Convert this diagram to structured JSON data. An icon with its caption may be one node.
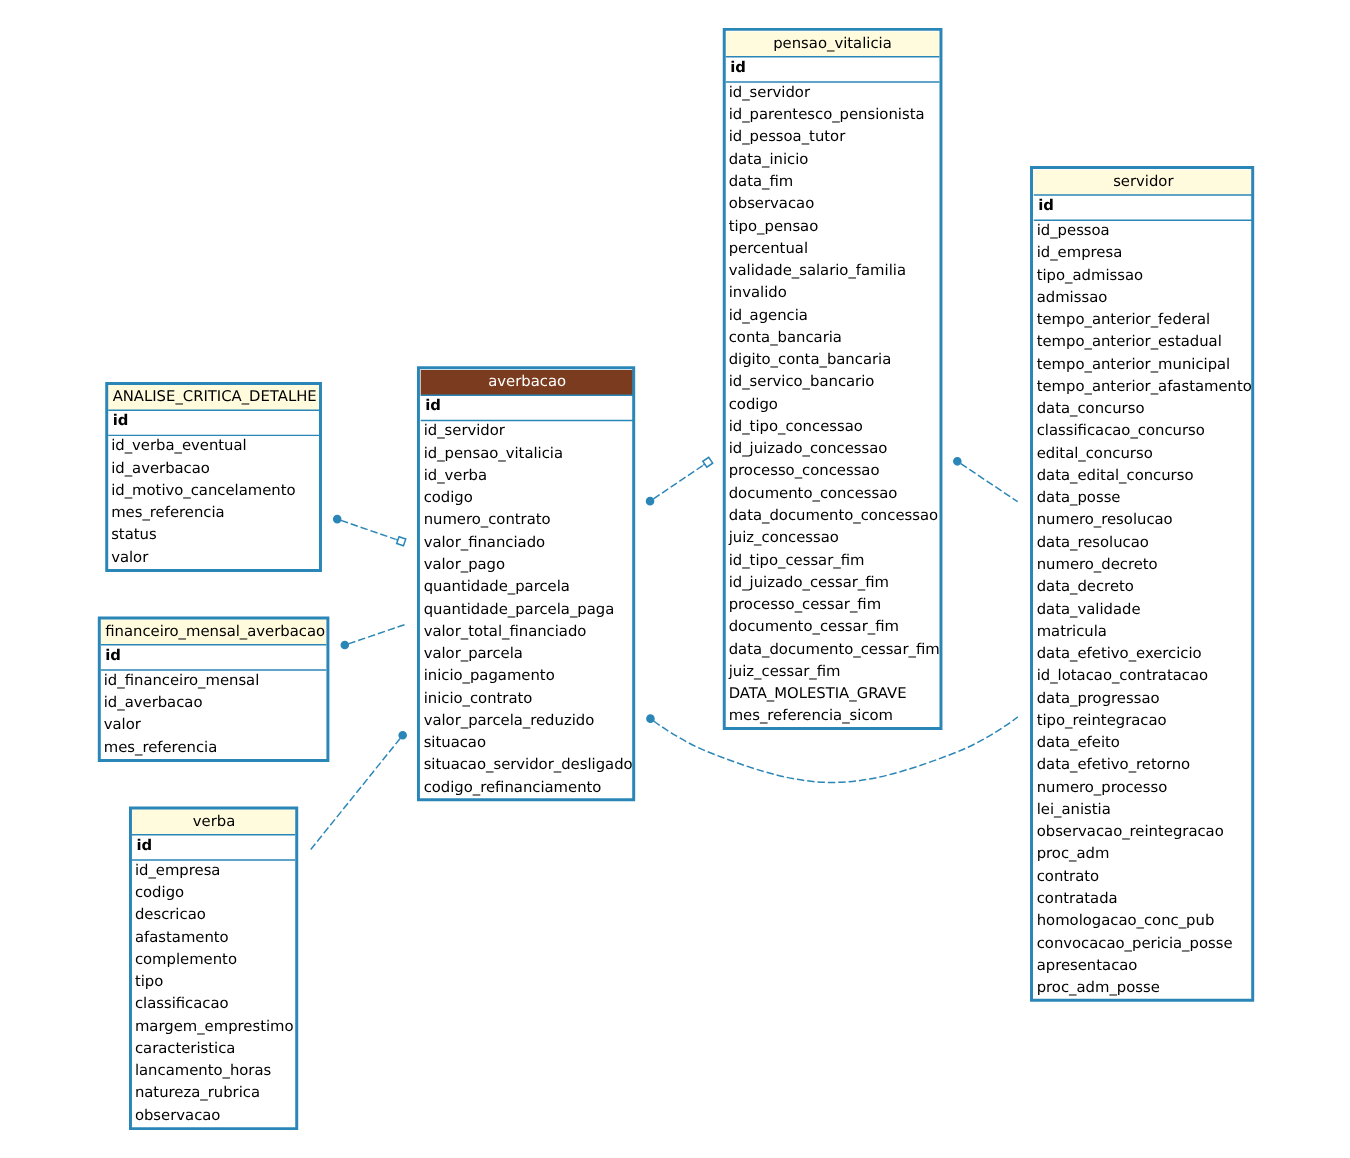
{
  "diagram": {
    "nodes": [
      {
        "text": [
          "ANALISE_CRITICA_DETALHE",
          "id",
          "id_verba_eventual",
          "id_averbacao",
          "id_motivo_cancelamento",
          "mes_referencia",
          "status",
          "valor"
        ]
      },
      {
        "text": [
          "averbacao",
          "id",
          "id_servidor",
          "id_pensao_vitalicia",
          "id_verba",
          "codigo",
          "numero_contrato",
          "valor_financiado",
          "valor_pago",
          "quantidade_parcela",
          "quantidade_parcela_paga",
          "valor_total_financiado",
          "valor_parcela",
          "inicio_pagamento",
          "inicio_contrato",
          "valor_parcela_reduzido",
          "situacao",
          "situacao_servidor_desligado",
          "codigo_refinanciamento"
        ]
      },
      {
        "text": [
          "financeiro_mensal_averbacao",
          "id",
          "id_financeiro_mensal",
          "id_averbacao",
          "valor",
          "mes_referencia"
        ]
      },
      {
        "text": [
          "pensao_vitalicia",
          "id",
          "id_servidor",
          "id_parentesco_pensionista",
          "id_pessoa_tutor",
          "data_inicio",
          "data_fim",
          "observacao",
          "tipo_pensao",
          "percentual",
          "validade_salario_familia",
          "invalido",
          "id_agencia",
          "conta_bancaria",
          "digito_conta_bancaria",
          "id_servico_bancario",
          "codigo",
          "id_tipo_concessao",
          "id_juizado_concessao",
          "processo_concessao",
          "documento_concessao",
          "data_documento_concessao",
          "juiz_concessao",
          "id_tipo_cessar_fim",
          "id_juizado_cessar_fim",
          "processo_cessar_fim",
          "documento_cessar_fim",
          "data_documento_cessar_fim",
          "juiz_cessar_fim",
          "DATA_MOLESTIA_GRAVE",
          "mes_referencia_sicom"
        ]
      },
      {
        "text": [
          "servidor",
          "id",
          "id_pessoa",
          "id_empresa",
          "tipo_admissao",
          "admissao",
          "tempo_anterior_federal",
          "tempo_anterior_estadual",
          "tempo_anterior_municipal",
          "tempo_anterior_afastamento",
          "data_concurso",
          "classificacao_concurso",
          "edital_concurso",
          "data_edital_concurso",
          "data_posse",
          "numero_resolucao",
          "data_resolucao",
          "numero_decreto",
          "data_decreto",
          "data_validade",
          "matricula",
          "data_efetivo_exercicio",
          "id_lotacao_contratacao",
          "data_progressao",
          "tipo_reintegracao",
          "data_efeito",
          "data_efetivo_retorno",
          "numero_processo",
          "lei_anistia",
          "observacao_reintegracao",
          "proc_adm",
          "contrato",
          "contratada",
          "homologacao_conc_pub",
          "convocacao_pericia_posse",
          "apresentacao",
          "proc_adm_posse"
        ]
      },
      {
        "text": [
          "verba",
          "id",
          "id_empresa",
          "codigo",
          "descricao",
          "afastamento",
          "complemento",
          "tipo",
          "classificacao",
          "margem_emprestimo",
          "caracteristica",
          "lancamento_horas",
          "natureza_rubrica",
          "observacao"
        ]
      }
    ],
    "edges": [
      {
        "from": 0,
        "to": 1,
        "arrow": "other",
        "style": "dashed"
      },
      {
        "from": 2,
        "to": 1,
        "arrow": "other",
        "style": "dashed"
      },
      {
        "from": 1,
        "to": 3,
        "arrow": "other",
        "style": "dashed"
      },
      {
        "from": 3,
        "to": 4,
        "arrow": "other",
        "style": "dashed"
      },
      {
        "from": 1,
        "to": 5,
        "arrow": "other",
        "style": "dashed"
      },
      {
        "from": 1,
        "to": 4,
        "arrow": "other",
        "style": "dashed"
      }
    ]
  }
}
